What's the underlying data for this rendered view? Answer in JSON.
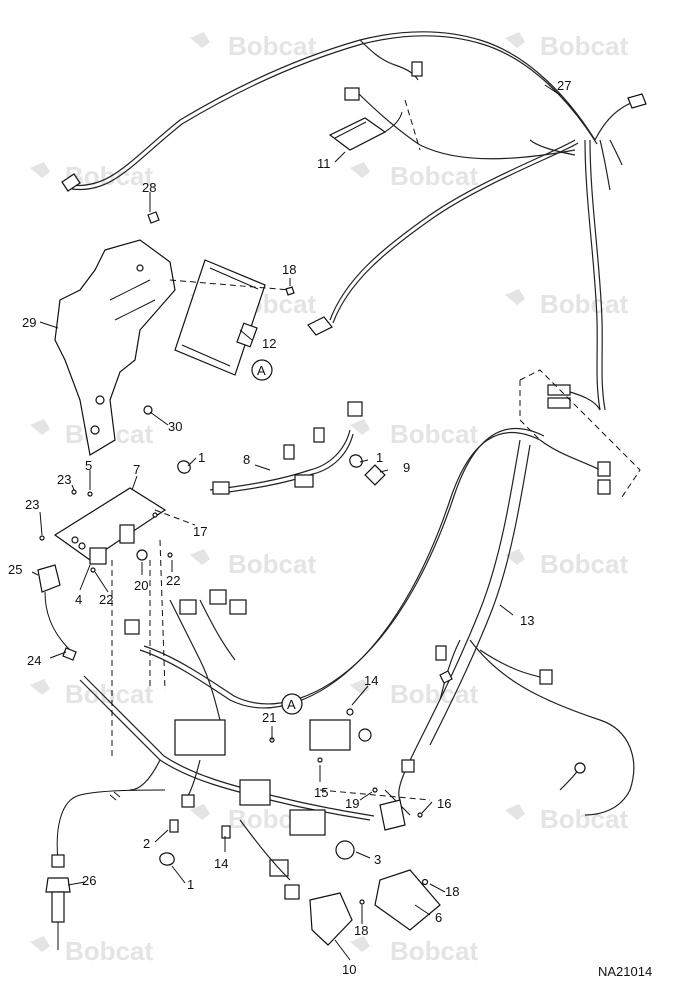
{
  "watermark": "Bobcat",
  "drawing_number": "NA21014",
  "callouts": {
    "c27": "27",
    "c11": "11",
    "c28": "28",
    "c18a": "18",
    "c29": "29",
    "c12": "12",
    "cA1": "A",
    "c30": "30",
    "c1a": "1",
    "c8": "8",
    "c1b": "1",
    "c9": "9",
    "c5": "5",
    "c7": "7",
    "c23a": "23",
    "c23b": "23",
    "c17": "17",
    "c25": "25",
    "c4": "4",
    "c20": "20",
    "c22a": "22",
    "c22b": "22",
    "c24": "24",
    "c13": "13",
    "c14a": "14",
    "cA2": "A",
    "c21": "21",
    "c15": "15",
    "c19": "19",
    "c16": "16",
    "c2": "2",
    "c14b": "14",
    "c3": "3",
    "c1c": "1",
    "c26": "26",
    "c18b": "18",
    "c6": "6",
    "c18c": "18",
    "c10": "10"
  }
}
